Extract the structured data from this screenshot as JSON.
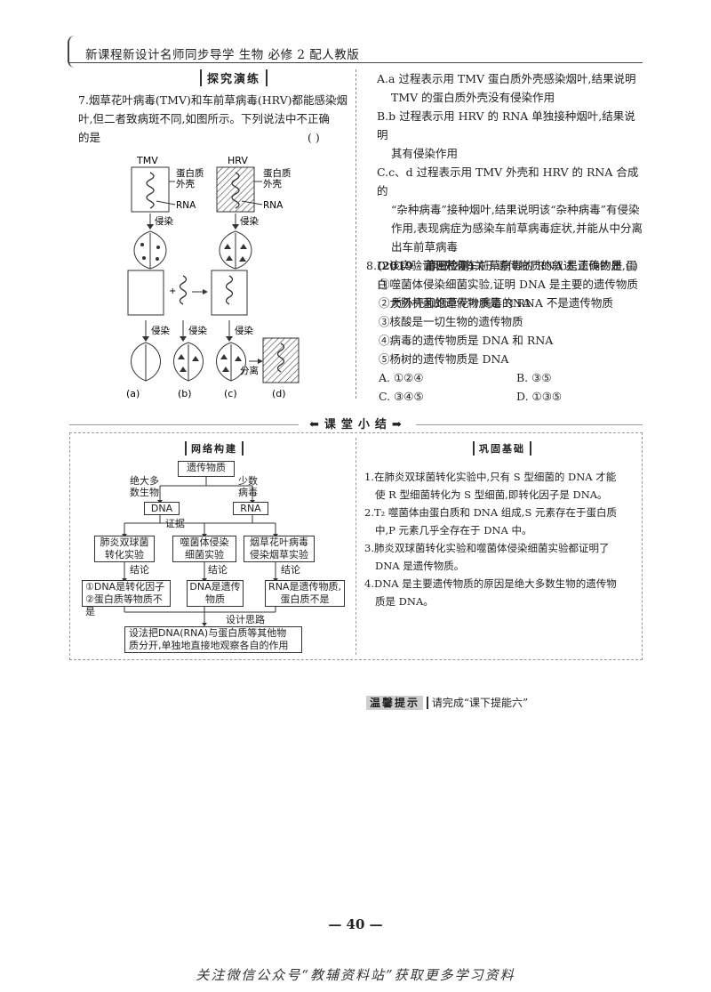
{
  "header": {
    "title": "新课程新设计名师同步导学  生物  必修 2  配人教版"
  },
  "section": {
    "title": "探究演练"
  },
  "q7": {
    "line1": "7.烟草花叶病毒(TMV)和车前草病毒(HRV)都能感染烟",
    "line2": "叶,但二者致病斑不同,如图所示。下列说法中不正确",
    "line3": "的是",
    "paren": "(      )",
    "fig": {
      "tmv": "TMV",
      "hrv": "HRV",
      "shell1": "蛋白质",
      "shell2": "外壳",
      "rna": "RNA",
      "infect": "侵染",
      "separate": "分离",
      "a": "(a)",
      "b": "(b)",
      "c": "(c)",
      "d": "(d)"
    },
    "options": [
      {
        "label": "A.",
        "lines": [
          "a 过程表示用 TMV 蛋白质外壳感染烟叶,结果说明",
          "TMV 的蛋白质外壳没有侵染作用"
        ]
      },
      {
        "label": "B.",
        "lines": [
          "b 过程表示用 HRV 的 RNA 单独接种烟叶,结果说明",
          "其有侵染作用"
        ]
      },
      {
        "label": "C.",
        "lines": [
          "c、d 过程表示用 TMV 外壳和 HRV 的 RNA 合成的",
          "“杂种病毒”接种烟叶,结果说明该“杂种病毒”有侵染",
          "作用,表现病症为感染车前草病毒症状,并能从中分离",
          "出车前草病毒"
        ]
      },
      {
        "label": "D.",
        "lines": [
          "该实验证明只有车前草病毒的 RNA 是遗传物质,蛋白",
          "质外壳和烟草花叶病毒的 RNA 不是遗传物质"
        ]
      }
    ]
  },
  "q8": {
    "stem_num": "8.",
    "source": "(2019 · 莆田检测)",
    "stem": "关于遗传物质的叙述,正确的是 (      )",
    "items": [
      "①噬菌体侵染细菌实验,证明 DNA 是主要的遗传物质",
      "②大肠杆菌的遗传物质是 RNA",
      "③核酸是一切生物的遗传物质",
      "④病毒的遗传物质是 DNA 和 RNA",
      "⑤杨树的遗传物质是 DNA"
    ],
    "choices": [
      "A. ①②④",
      "B. ③⑤",
      "C. ③④⑤",
      "D. ①③⑤"
    ]
  },
  "summary": {
    "title": "课堂小结",
    "left_head": "网络构建",
    "right_head": "巩固基础",
    "map": {
      "root": "遗传物质",
      "most1": "绝大多",
      "most2": "数生物",
      "few1": "少数",
      "few2": "病毒",
      "dna": "DNA",
      "rna": "RNA",
      "proof": "证据",
      "exp1a": "肺炎双球菌",
      "exp1b": "转化实验",
      "exp2a": "噬菌体侵染",
      "exp2b": "细菌实验",
      "exp3a": "烟草花叶病毒",
      "exp3b": "侵染烟草实验",
      "concl": "结论",
      "c1a": "①DNA是转化因子",
      "c1b": "②蛋白质等物质不是",
      "c2a": "DNA是遗传",
      "c2b": "物质",
      "c3a": "RNA是遗传物质,",
      "c3b": "蛋白质不是",
      "design": "设计思路",
      "idea1": "设法把DNA(RNA)与蛋白质等其他物",
      "idea2": "质分开,单独地直接地观察各自的作用"
    },
    "points": [
      [
        "1.在肺炎双球菌转化实验中,只有 S 型细菌的 DNA 才能",
        "使 R 型细菌转化为 S 型细菌,即转化因子是 DNA。"
      ],
      [
        "2.T₂ 噬菌体由蛋白质和 DNA 组成,S 元素存在于蛋白质",
        "中,P 元素几乎全存在于 DNA 中。"
      ],
      [
        "3.肺炎双球菌转化实验和噬菌体侵染细菌实验都证明了",
        "DNA 是遗传物质。"
      ],
      [
        "4.DNA 是主要遗传物质的原因是绝大多数生物的遗传物",
        "质是 DNA。"
      ]
    ]
  },
  "tip": {
    "label": "温馨提示",
    "text": "请完成“课下提能六”"
  },
  "page_number": "— 40 —",
  "footer": "关注微信公众号“教辅资料站”获取更多学习资料"
}
